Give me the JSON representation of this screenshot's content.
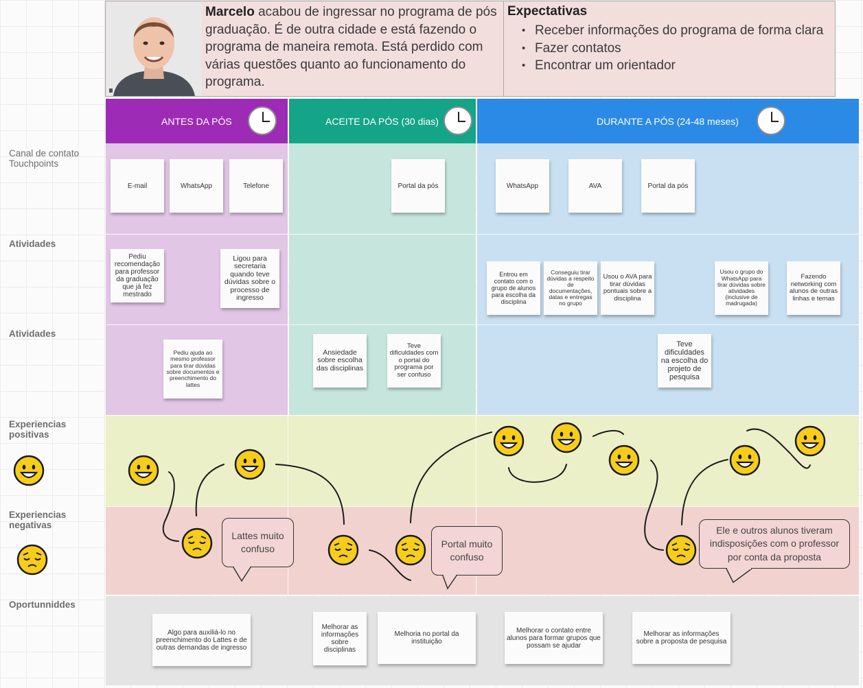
{
  "persona": {
    "name": "Marcelo",
    "description": " acabou de ingressar no programa de pós graduação. É de outra cidade e está fazendo o programa de maneira remota. Está perdido com várias questões quanto  ao funcionamento do programa.",
    "photo_icon": "person-photo",
    "expectations_title": "Expectativas",
    "expectations": [
      "Receber informações do programa de  forma clara",
      "Fazer contatos",
      "Encontrar um orientador"
    ]
  },
  "phases": [
    {
      "label": "ANTES DA PÓS",
      "color": "#9d2bb5"
    },
    {
      "label": "ACEITE DA PÓS (30 dias)",
      "color": "#14a488"
    },
    {
      "label": "DURANTE A PÓS (24-48 meses)",
      "color": "#2b8ae6"
    }
  ],
  "rows": {
    "touchpoints": "Canal de contato Touchpoints",
    "activities1": "Atividades",
    "activities2": "Atividades",
    "positive": "Experiencias positivas",
    "negative": "Experiencias negativas",
    "opportunities": "Oportunniddes"
  },
  "touchpoints": {
    "antes": [
      "E-mail",
      "WhatsApp",
      "Telefone"
    ],
    "aceite": [
      "Portal da pós"
    ],
    "durante": [
      "WhatsApp",
      "AVA",
      "Portal da pós"
    ]
  },
  "activities1": {
    "antes": [
      "Pediu recomendação para professor da graduação que já fez mestrado",
      "Ligou para secretaria quando teve dúvidas sobre o processo de ingresso"
    ],
    "durante": [
      "Entrou em contato com o grupo de alunos para escolha da disciplina",
      "Conseguiu tirar dúvidas a respeito de documentações, datas e entregas no grupo",
      "Usou o AVA para tirar dúvidas pontuais sobre a disciplina",
      "Usou o grupo do WhatsApp para tirar dúvidas sobre atividades (inclusive de madrugada)",
      "Fazendo networking com alunos de outras linhas e temas"
    ]
  },
  "activities2": {
    "antes": [
      "Pediu ajuda ao mesmo professor para tirar dúvidas sobre documentos e preenchimento do lattes"
    ],
    "aceite": [
      "Ansiedade sobre escolha das disciplinas",
      "Teve dificuldades com o portal do programa por ser confuso"
    ],
    "durante": [
      "Teve dificuldades na escolha do projeto de pesquisa"
    ]
  },
  "comments": [
    "Lattes muito confuso",
    "Portal muito confuso",
    "Ele e outros alunos tiveram indisposições com o professor por conta da proposta"
  ],
  "opportunities": [
    "Algo para auxiliá-lo no preenchimento do Lattes e de outras demandas de ingresso",
    "Melhorar as informações sobre disciplinas",
    "Melhoria no portal da instituição",
    "Melhorar o contato entre alunos para formar grupos que possam se ajudar",
    "Melhorar as informações sobre a proposta de pesquisa"
  ],
  "colors": {
    "antes_bg": "#e2c6e6",
    "aceite_bg": "#c6e5dc",
    "durante_bg": "#c9e0f2",
    "positive_bg": "#ecf0c8",
    "negative_bg": "#f2d2cf",
    "opportunity_bg": "#e4e4e4",
    "emoji": "#f7cd1c"
  },
  "icons": {
    "happy": "happy-face-icon",
    "sad": "sad-face-icon",
    "clock": "clock-icon"
  }
}
